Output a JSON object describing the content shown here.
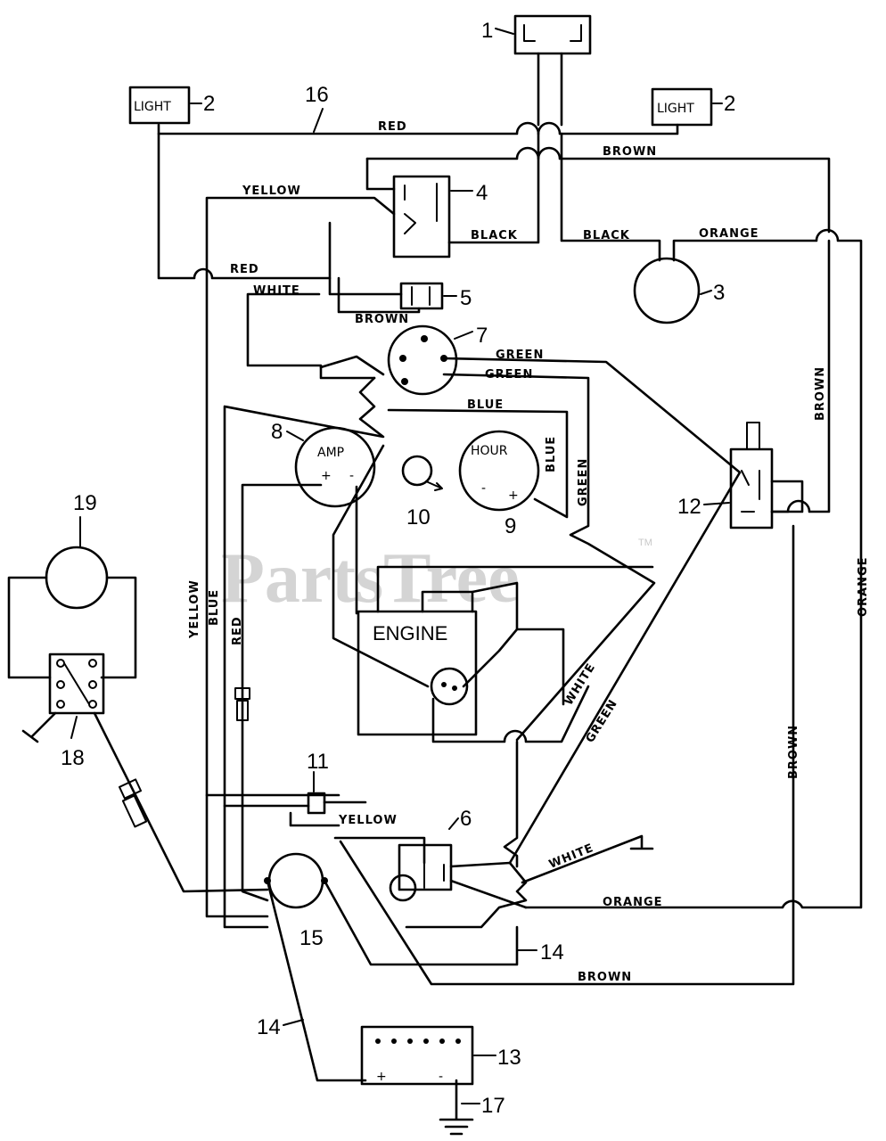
{
  "watermark": {
    "text": "PartsTree",
    "trademark": "TM"
  },
  "components": {
    "light_left": "LIGHT",
    "light_right": "LIGHT",
    "amp_gauge": "AMP",
    "hour_meter": "HOUR",
    "engine": "ENGINE",
    "plus_sign": "+",
    "minus_sign": "-"
  },
  "callouts": [
    "1",
    "2",
    "2",
    "3",
    "4",
    "5",
    "6",
    "7",
    "8",
    "9",
    "10",
    "11",
    "12",
    "13",
    "14",
    "14",
    "15",
    "16",
    "17",
    "18",
    "19"
  ],
  "wire_labels": {
    "red_top": "RED",
    "brown_top": "BROWN",
    "yellow_top": "YELLOW",
    "black_left": "BLACK",
    "black_right": "BLACK",
    "orange_top": "ORANGE",
    "red_mid": "RED",
    "white_top": "WHITE",
    "brown_mid": "BROWN",
    "green_1": "GREEN",
    "green_2": "GREEN",
    "blue_top": "BLUE",
    "blue_vertical": "BLUE",
    "green_vertical": "GREEN",
    "brown_right_vertical": "BROWN",
    "orange_right_vertical": "ORANGE",
    "yellow_left_vertical": "YELLOW",
    "blue_left_vertical": "BLUE",
    "red_left_vertical": "RED",
    "white_diag": "WHITE",
    "green_diag": "GREEN",
    "yellow_bottom": "YELLOW",
    "white_ground": "WHITE",
    "orange_bottom": "ORANGE",
    "brown_bottom_vertical": "BROWN",
    "brown_bottom": "BROWN"
  }
}
